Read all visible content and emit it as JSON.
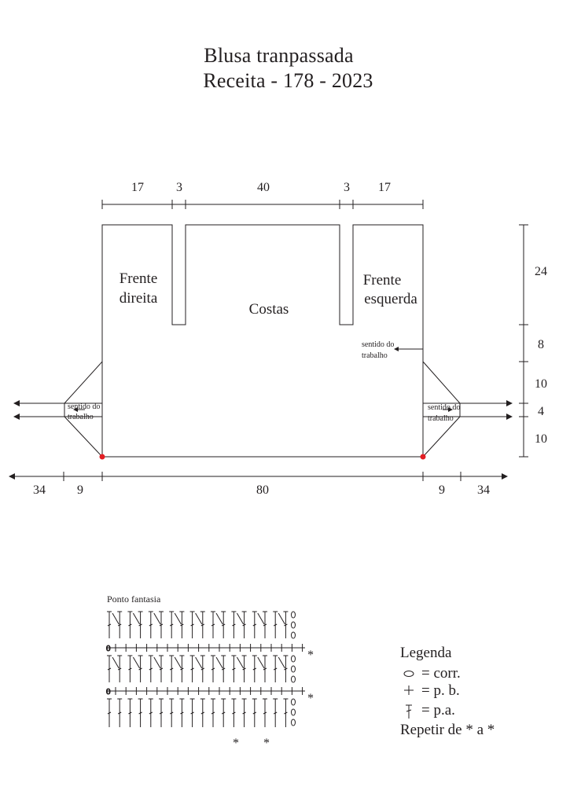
{
  "title": {
    "line1": "Blusa tranpassada",
    "line2": "Receita - 178 - 2023"
  },
  "pattern": {
    "top_dims": [
      "17",
      "3",
      "40",
      "3",
      "17"
    ],
    "right_dims": [
      "24",
      "8",
      "10",
      "4",
      "10"
    ],
    "bottom_dims": [
      "34",
      "9",
      "80",
      "9",
      "34"
    ],
    "pieces": {
      "front_right": [
        "Frente",
        "direita"
      ],
      "back": "Costas",
      "front_left": [
        "Frente",
        "esquerda"
      ]
    },
    "direction_note": [
      "sentido do",
      "trabalho"
    ],
    "marker_color": "#e31e24",
    "line_color": "#231f20"
  },
  "stitch_chart": {
    "title": "Ponto fantasia",
    "repeat_mark": "*",
    "chain_mark": "0"
  },
  "legend": {
    "title": "Legenda",
    "items": [
      {
        "icon": "oval-icon",
        "text": "= corr."
      },
      {
        "icon": "plus-icon",
        "text": "= p. b."
      },
      {
        "icon": "tall-stitch-icon",
        "text": "= p.a."
      }
    ],
    "repeat_note": "Repetir de * a *"
  }
}
